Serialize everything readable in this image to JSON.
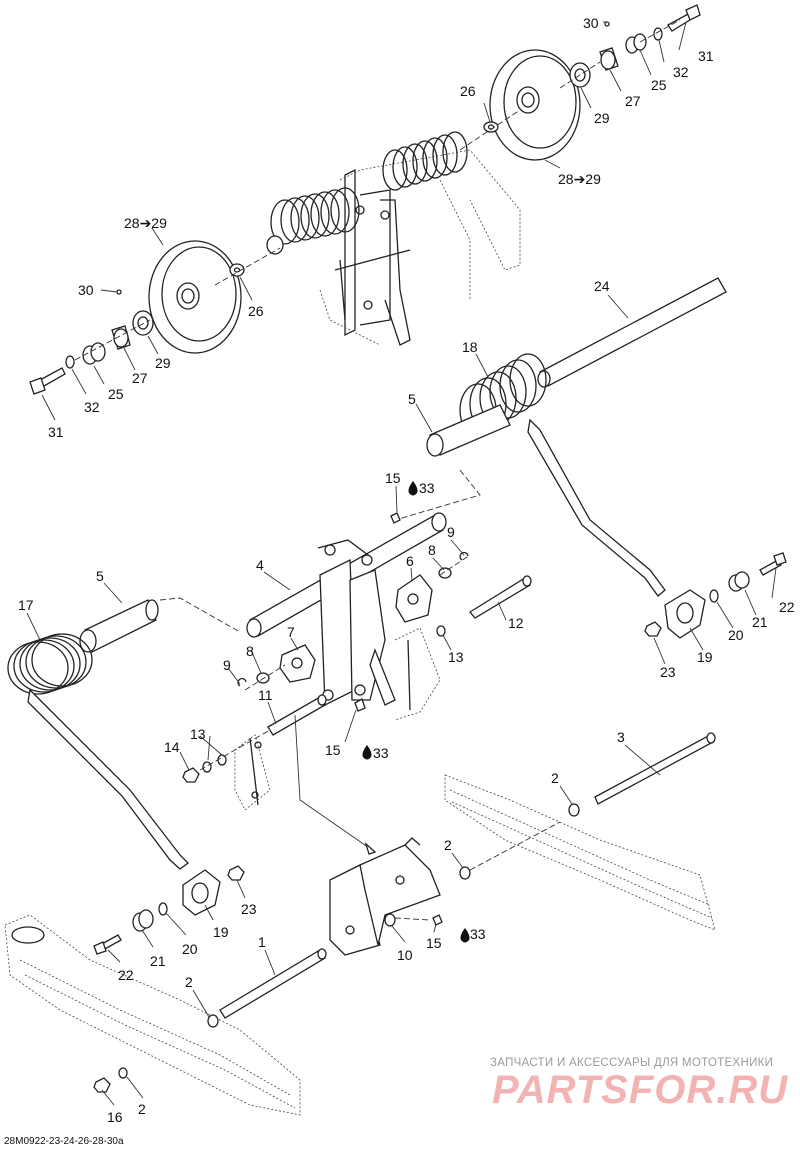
{
  "diagram_code": "28M0922-23-24-26-28-30a",
  "watermark": {
    "line1": "ЗАПЧАСТИ И АКСЕССУАРЫ ДЛЯ МОТОТЕХНИКИ",
    "line2": "PARTSFOR.RU"
  },
  "callouts": [
    {
      "id": "c1",
      "text": "30",
      "name": "callout-30-top"
    },
    {
      "id": "c2",
      "text": "31",
      "name": "callout-31-top"
    },
    {
      "id": "c3",
      "text": "32",
      "name": "callout-32-top"
    },
    {
      "id": "c4",
      "text": "25",
      "name": "callout-25-top"
    },
    {
      "id": "c5",
      "text": "27",
      "name": "callout-27-top"
    },
    {
      "id": "c6",
      "text": "29",
      "name": "callout-29-top"
    },
    {
      "id": "c7",
      "text": "26",
      "name": "callout-26-top"
    },
    {
      "id": "c8",
      "text": "28➔29",
      "name": "callout-28-29-top"
    },
    {
      "id": "c9",
      "text": "28➔29",
      "name": "callout-28-29-left"
    },
    {
      "id": "c10",
      "text": "30",
      "name": "callout-30-left"
    },
    {
      "id": "c11",
      "text": "26",
      "name": "callout-26-left"
    },
    {
      "id": "c12",
      "text": "29",
      "name": "callout-29-left"
    },
    {
      "id": "c13",
      "text": "27",
      "name": "callout-27-left"
    },
    {
      "id": "c14",
      "text": "25",
      "name": "callout-25-left"
    },
    {
      "id": "c15",
      "text": "32",
      "name": "callout-32-left"
    },
    {
      "id": "c16",
      "text": "31",
      "name": "callout-31-left"
    },
    {
      "id": "c17",
      "text": "24",
      "name": "callout-24"
    },
    {
      "id": "c18",
      "text": "18",
      "name": "callout-18"
    },
    {
      "id": "c19",
      "text": "5",
      "name": "callout-5-right"
    },
    {
      "id": "c20",
      "text": "15",
      "name": "callout-15-top"
    },
    {
      "id": "c21",
      "text": "33",
      "name": "callout-33-top"
    },
    {
      "id": "c22",
      "text": "9",
      "name": "callout-9-right"
    },
    {
      "id": "c23",
      "text": "8",
      "name": "callout-8-right"
    },
    {
      "id": "c24",
      "text": "6",
      "name": "callout-6"
    },
    {
      "id": "c25",
      "text": "4",
      "name": "callout-4"
    },
    {
      "id": "c26",
      "text": "5",
      "name": "callout-5-left"
    },
    {
      "id": "c27",
      "text": "17",
      "name": "callout-17"
    },
    {
      "id": "c28",
      "text": "7",
      "name": "callout-7"
    },
    {
      "id": "c29",
      "text": "8",
      "name": "callout-8-left"
    },
    {
      "id": "c30",
      "text": "9",
      "name": "callout-9-left"
    },
    {
      "id": "c31",
      "text": "12",
      "name": "callout-12"
    },
    {
      "id": "c32",
      "text": "13",
      "name": "callout-13-right"
    },
    {
      "id": "c33",
      "text": "11",
      "name": "callout-11"
    },
    {
      "id": "c34",
      "text": "13",
      "name": "callout-13-left"
    },
    {
      "id": "c35",
      "text": "14",
      "name": "callout-14"
    },
    {
      "id": "c36",
      "text": "15",
      "name": "callout-15-mid"
    },
    {
      "id": "c37",
      "text": "33",
      "name": "callout-33-mid"
    },
    {
      "id": "c38",
      "text": "22",
      "name": "callout-22-right"
    },
    {
      "id": "c39",
      "text": "21",
      "name": "callout-21-right"
    },
    {
      "id": "c40",
      "text": "20",
      "name": "callout-20-right"
    },
    {
      "id": "c41",
      "text": "19",
      "name": "callout-19-right"
    },
    {
      "id": "c42",
      "text": "23",
      "name": "callout-23-right"
    },
    {
      "id": "c43",
      "text": "3",
      "name": "callout-3"
    },
    {
      "id": "c44",
      "text": "2",
      "name": "callout-2-far-right"
    },
    {
      "id": "c45",
      "text": "2",
      "name": "callout-2-center"
    },
    {
      "id": "c46",
      "text": "23",
      "name": "callout-23-left"
    },
    {
      "id": "c47",
      "text": "19",
      "name": "callout-19-left"
    },
    {
      "id": "c48",
      "text": "20",
      "name": "callout-20-left"
    },
    {
      "id": "c49",
      "text": "21",
      "name": "callout-21-left"
    },
    {
      "id": "c50",
      "text": "22",
      "name": "callout-22-left"
    },
    {
      "id": "c51",
      "text": "1",
      "name": "callout-1"
    },
    {
      "id": "c52",
      "text": "10",
      "name": "callout-10"
    },
    {
      "id": "c53",
      "text": "15",
      "name": "callout-15-bottom"
    },
    {
      "id": "c54",
      "text": "33",
      "name": "callout-33-bottom"
    },
    {
      "id": "c55",
      "text": "2",
      "name": "callout-2-left"
    },
    {
      "id": "c56",
      "text": "16",
      "name": "callout-16"
    },
    {
      "id": "c57",
      "text": "2",
      "name": "callout-2-bottom"
    }
  ]
}
